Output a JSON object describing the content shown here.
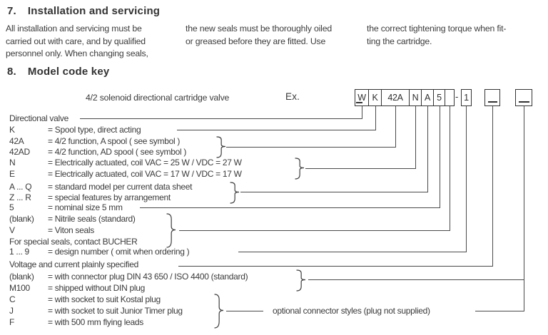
{
  "section7": {
    "number": "7.",
    "title": "Installation and servicing",
    "columns": [
      {
        "lines": [
          "All installation and servicing  must be",
          "carried out with care, and by qualified",
          "personnel only. When changing seals,"
        ]
      },
      {
        "lines": [
          "the new seals must be thoroughly oiled",
          "or greased before they are fitted. Use"
        ]
      },
      {
        "lines": [
          "the correct tightening torque when fit-",
          "ting the cartridge."
        ]
      }
    ]
  },
  "section8": {
    "number": "8.",
    "title": "Model code key",
    "intro_label": "4/2 solenoid directional cartridge valve",
    "example_label": "Ex.",
    "model_code": {
      "cells": [
        "W",
        "K",
        "42A",
        "N",
        "A",
        "5",
        "_"
      ],
      "separator": "-",
      "design_cell": "1",
      "blank_cells": [
        "_",
        "_"
      ]
    },
    "key_rows": [
      {
        "code": "Directional valve",
        "desc": ""
      },
      {
        "code": "K",
        "desc": "= Spool type, direct acting"
      },
      {
        "code": "42A",
        "desc": "= 4/2 function, A spool  ( see symbol )"
      },
      {
        "code": "42AD",
        "desc": "= 4/2 function, AD spool  ( see symbol )"
      },
      {
        "code": "N",
        "desc": "= Electrically actuated, coil VAC = 25 W  /  VDC = 27 W"
      },
      {
        "code": "E",
        "desc": "= Electrically actuated, coil VAC = 17 W  /  VDC = 17 W"
      },
      {
        "code": "A ... Q",
        "desc": "= standard model per current data sheet"
      },
      {
        "code": "Z ... R",
        "desc": "= special features by arrangement"
      },
      {
        "code": "5",
        "desc": "= nominal size 5 mm"
      },
      {
        "code": "(blank)",
        "desc": "= Nitrile seals (standard)"
      },
      {
        "code": "V",
        "desc": "= Viton seals"
      },
      {
        "code": "For special seals, contact BUCHER",
        "desc": ""
      },
      {
        "code": "1 ... 9",
        "desc": "= design number  ( omit when ordering )"
      },
      {
        "code": "Voltage and current plainly specified",
        "desc": ""
      },
      {
        "code": "(blank)",
        "desc": "= with connector plug DIN 43 650 / ISO 4400 (standard)"
      },
      {
        "code": "M100",
        "desc": "= shipped without DIN plug"
      },
      {
        "code": "C",
        "desc": "= with socket to suit Kostal plug"
      },
      {
        "code": "J",
        "desc": "= with socket to suit Junior Timer plug"
      },
      {
        "code": "F",
        "desc": "= with 500 mm flying leads"
      }
    ],
    "optional_note": "optional connector styles (plug not supplied)"
  }
}
